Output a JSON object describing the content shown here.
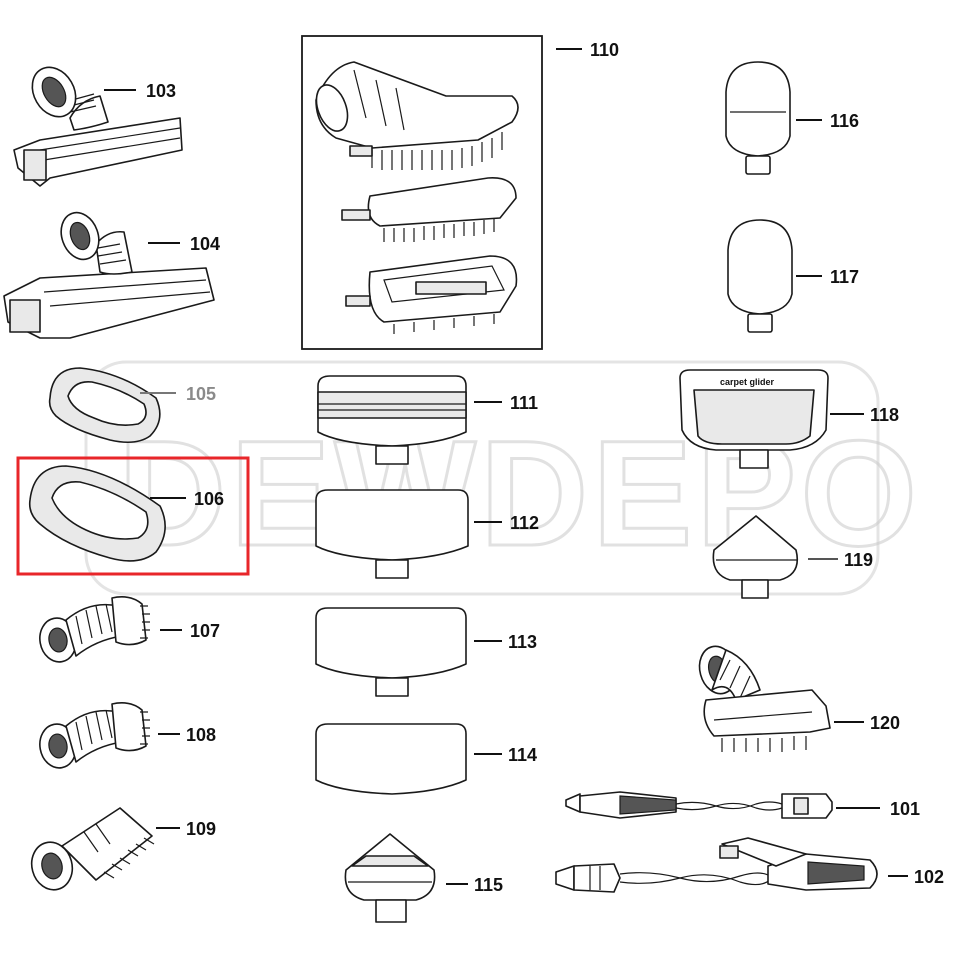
{
  "labels": {
    "p103": "103",
    "p104": "104",
    "p105": "105",
    "p106": "106",
    "p107": "107",
    "p108": "108",
    "p109": "109",
    "p110": "110",
    "p111": "111",
    "p112": "112",
    "p113": "113",
    "p114": "114",
    "p115": "115",
    "p116": "116",
    "p117": "117",
    "p118": "118",
    "p119": "119",
    "p120": "120",
    "p101": "101",
    "p102": "102"
  },
  "part_text": {
    "carpet_glider": "carpet glider"
  },
  "watermark": "DEWDEPO",
  "highlight": {
    "part": "106",
    "color": "#e8262a"
  }
}
